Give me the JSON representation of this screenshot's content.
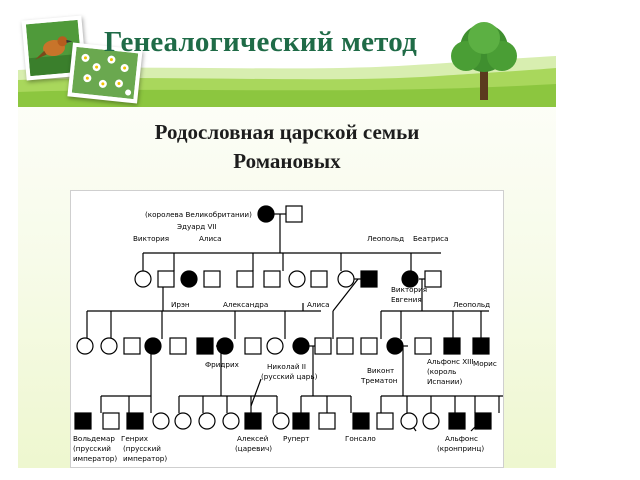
{
  "slide": {
    "title": "Генеалогический метод",
    "subtitle_line1": "Родословная  царской семьи",
    "subtitle_line2": "Романовых"
  },
  "pedigree": {
    "labels": {
      "queen": "(королева Великобритании)",
      "edward": "Эдуард VII",
      "victoria": "Виктория",
      "alice": "Алиса",
      "leopold_gen2": "Леопольд",
      "beatrice": "Беатриса",
      "irene": "Ирэн",
      "alexandra": "Александра",
      "alice_gen3": "Алиса",
      "victoria_eugenie_1": "Виктория",
      "victoria_eugenie_2": "Евгения",
      "leopold_gen3": "Леопольд",
      "friedrich": "Фридрих",
      "nicholas_1": "Николай II",
      "nicholas_2": "(русский царь)",
      "viscount_1": "Виконт",
      "viscount_2": "Трематон",
      "alfonso13_1": "Альфонс XIII",
      "alfonso13_2": "(король",
      "alfonso13_3": "Испании)",
      "maurice": "Морис",
      "waldemar_1": "Вольдемар",
      "waldemar_2": "(прусский",
      "waldemar_3": "император)",
      "heinrich_1": "Генрих",
      "heinrich_2": "(прусский",
      "heinrich_3": "император)",
      "alexei_1": "Алексей",
      "alexei_2": "(царевич)",
      "rupert": "Руперт",
      "gonzalo": "Гонсало",
      "alfonso_1": "Альфонс",
      "alfonso_2": "(кронпринц)"
    }
  },
  "colors": {
    "title": "#1f6b47",
    "grass": "#8cc63f",
    "affected": "#000000"
  }
}
